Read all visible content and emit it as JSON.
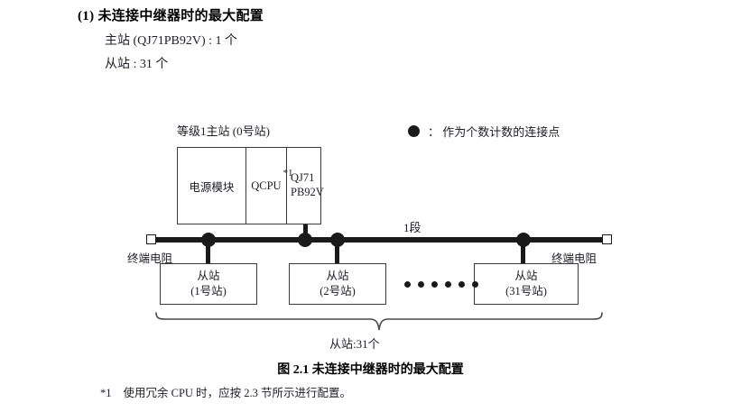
{
  "heading": {
    "number": "(1)",
    "title": "未连接中继器时的最大配置",
    "full": "(1) 未连接中继器时的最大配置"
  },
  "spec": {
    "master": "主站 (QJ71PB92V) : 1 个",
    "slave": "从站 : 31 个"
  },
  "legend": {
    "symbol": "●",
    "separator": "：",
    "text": "作为个数计数的连接点",
    "full": "： 作为个数计数的连接点"
  },
  "diagram": {
    "master_station_label": "等级1主站 (0号站)",
    "rack": {
      "power_module": "电源模块",
      "cpu": "QCPU",
      "cpu_footnote_mark": "*1",
      "network_module_line1": "QJ71",
      "network_module_line2": "PB92V"
    },
    "segment_label": "1段",
    "terminator_left": "终端电阻",
    "terminator_right": "终端电阻",
    "slaves": [
      {
        "name": "从站",
        "station": "(1号站)"
      },
      {
        "name": "从站",
        "station": "(2号站)"
      },
      {
        "name": "从站",
        "station": "(31号站)"
      }
    ],
    "ellipsis_dot_count": 6,
    "brace_label": "从站:31个"
  },
  "caption": "图 2.1  未连接中继器时的最大配置",
  "footnote": {
    "mark": "*1",
    "text": "使用冗余 CPU 时，应按 2.3 节所示进行配置。"
  },
  "colors": {
    "ink": "#1a1a1a",
    "text": "#20202a",
    "line": "#3a3a3a",
    "paper": "#ffffff"
  }
}
